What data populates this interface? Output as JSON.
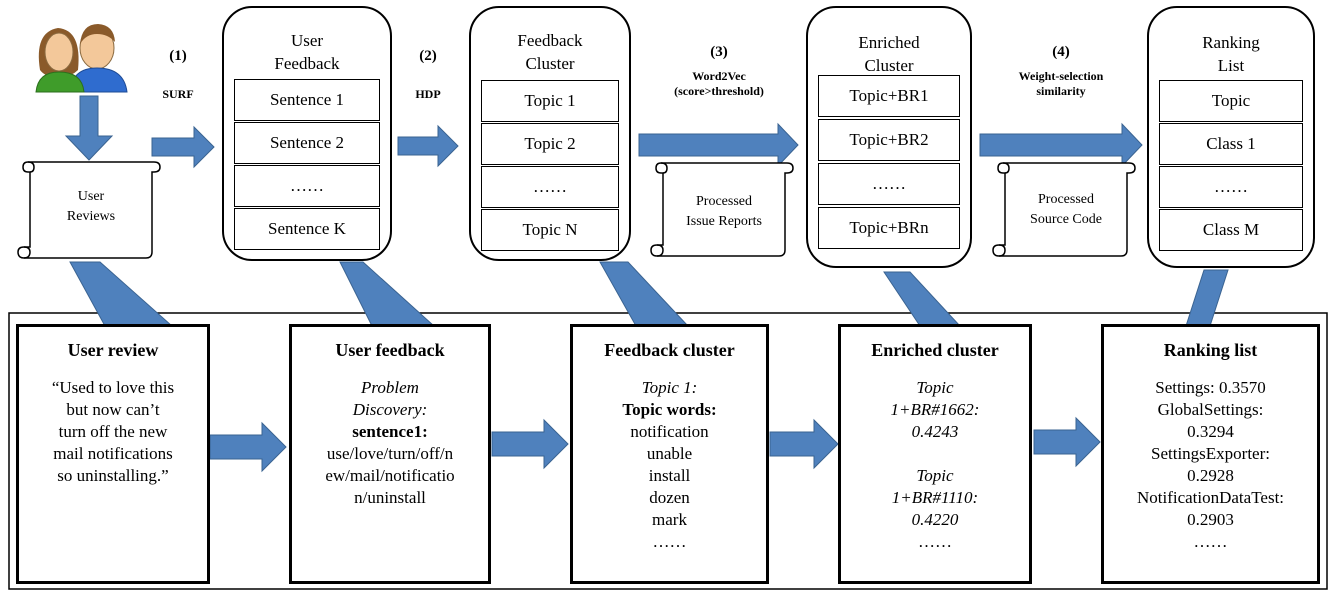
{
  "steps": [
    {
      "num": "(1)",
      "label": "SURF"
    },
    {
      "num": "(2)",
      "label": "HDP"
    },
    {
      "num": "(3)",
      "label_line1": "Word2Vec",
      "label_line2": "(score>threshold)"
    },
    {
      "num": "(4)",
      "label_line1": "Weight-selection",
      "label_line2": "similarity"
    }
  ],
  "scrolls": {
    "user_reviews": {
      "line1": "User",
      "line2": "Reviews"
    },
    "issue_reports": {
      "line1": "Processed",
      "line2": "Issue Reports"
    },
    "source_code": {
      "line1": "Processed",
      "line2": "Source Code"
    }
  },
  "columns": {
    "user_feedback": {
      "title1": "User",
      "title2": "Feedback",
      "cells": [
        "Sentence 1",
        "Sentence 2",
        "……",
        "Sentence K"
      ]
    },
    "feedback_cluster": {
      "title1": "Feedback",
      "title2": "Cluster",
      "cells": [
        "Topic 1",
        "Topic 2",
        "……",
        "Topic N"
      ]
    },
    "enriched_cluster": {
      "title1": "Enriched",
      "title2": "Cluster",
      "cells": [
        "Topic+BR1",
        "Topic+BR2",
        "……",
        "Topic+BRn"
      ]
    },
    "ranking_list": {
      "title1": "Ranking",
      "title2": "List",
      "cells": [
        "Topic",
        "Class 1",
        "……",
        "Class M"
      ]
    }
  },
  "examples": {
    "user_review": {
      "heading": "User review",
      "lines": [
        "“Used to love this",
        "but now can’t",
        "turn off the new",
        "mail notifications",
        "so uninstalling.”"
      ]
    },
    "user_feedback": {
      "heading": "User feedback",
      "italic1": "Problem",
      "italic2": "Discovery:",
      "bold": "sentence1:",
      "lines": [
        "use/love/turn/off/n",
        "ew/mail/notificatio",
        "n/uninstall"
      ]
    },
    "feedback_cluster": {
      "heading": "Feedback cluster",
      "italic": "Topic 1:",
      "bold": "Topic words:",
      "lines": [
        "notification",
        "unable",
        "install",
        "dozen",
        "mark",
        "……"
      ]
    },
    "enriched_cluster": {
      "heading": "Enriched cluster",
      "e1": [
        "Topic",
        "1+BR#1662:",
        "0.4243"
      ],
      "e2": [
        "Topic",
        "1+BR#1110:",
        "0.4220"
      ],
      "dots": "……"
    },
    "ranking_list": {
      "heading": "Ranking list",
      "lines": [
        "Settings: 0.3570",
        "GlobalSettings:",
        "0.3294",
        "SettingsExporter:",
        "0.2928",
        "NotificationDataTest:",
        "0.2903",
        "……"
      ]
    }
  },
  "colors": {
    "arrow_fill": "#4f81bd",
    "arrow_stroke": "#3a6391",
    "border": "#000000"
  }
}
